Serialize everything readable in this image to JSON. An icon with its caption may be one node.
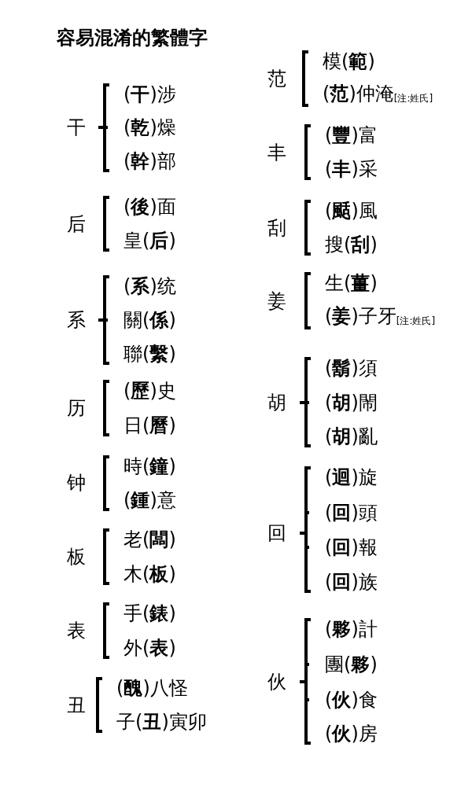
{
  "diagram": {
    "title": "容易混淆的繁體字",
    "labels": [
      "干",
      "(**干**)涉",
      "(**乾**)燥",
      "(**幹**)部",
      "后",
      "(**後**)面",
      "皇(**后**)",
      "系",
      "(**系**)统",
      "關(**係**)",
      "聯(**繫**)",
      "历",
      "(**歷**)史",
      "日(**曆**)",
      "钟",
      "時(**鐘**)",
      "(**鍾**)意",
      "板",
      "老(**闆**)",
      "木(**板**)",
      "表",
      "手(**錶**)",
      "外(**表**)",
      "丑",
      "(**醜**)八怪",
      "子(**丑**)寅卯",
      "范",
      "模(**範**)",
      "(**范**)仲淹$_{[注:姓氏]}$",
      "丰",
      "(**豐**)富",
      "(**丰**)采",
      "刮",
      "(**颳**)風",
      "搜(**刮**)",
      "姜",
      "生(**薑**)",
      "(**姜**)子牙$_{[注:姓氏]}$",
      "胡",
      "(**鬍**)須",
      "(**胡**)閙",
      "(**胡**)亂",
      "回",
      "(**迴**)旋",
      "(**回**)頭",
      "(**回**)報",
      "(**回**)族",
      "伙",
      "(**夥**)計",
      "團(**夥**)",
      "(**伙**)食",
      "(**伙**)房"
    ]
  }
}
